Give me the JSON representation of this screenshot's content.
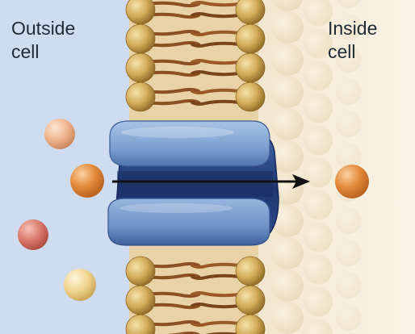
{
  "labels": {
    "outside_cell": "Outside\ncell",
    "inside_cell": "Inside\ncell"
  },
  "colors": {
    "outside_background": "#cfdcef",
    "inside_background": "#f5ecdb",
    "phospholipid_head": "#c9a24e",
    "lipid_tail": "#8a4f22",
    "channel_protein": "#2f4d85",
    "channel_protein_highlight": "#7aa0cf",
    "molecule_orange": "#e08a3c",
    "molecule_pink": "#d9786a",
    "molecule_peach": "#efb48e",
    "molecule_yellow": "#f0d48e",
    "transport_arrow": "#111111"
  },
  "molecules": [
    {
      "name": "molecule-outside-peach",
      "color_key": "molecule_peach",
      "side": "outside"
    },
    {
      "name": "molecule-outside-orange",
      "color_key": "molecule_orange",
      "side": "outside"
    },
    {
      "name": "molecule-outside-pink",
      "color_key": "molecule_pink",
      "side": "outside"
    },
    {
      "name": "molecule-outside-yellow",
      "color_key": "molecule_yellow",
      "side": "outside"
    },
    {
      "name": "molecule-inside-orange",
      "color_key": "molecule_orange",
      "side": "inside"
    }
  ],
  "transport_direction": "outside-to-inside"
}
